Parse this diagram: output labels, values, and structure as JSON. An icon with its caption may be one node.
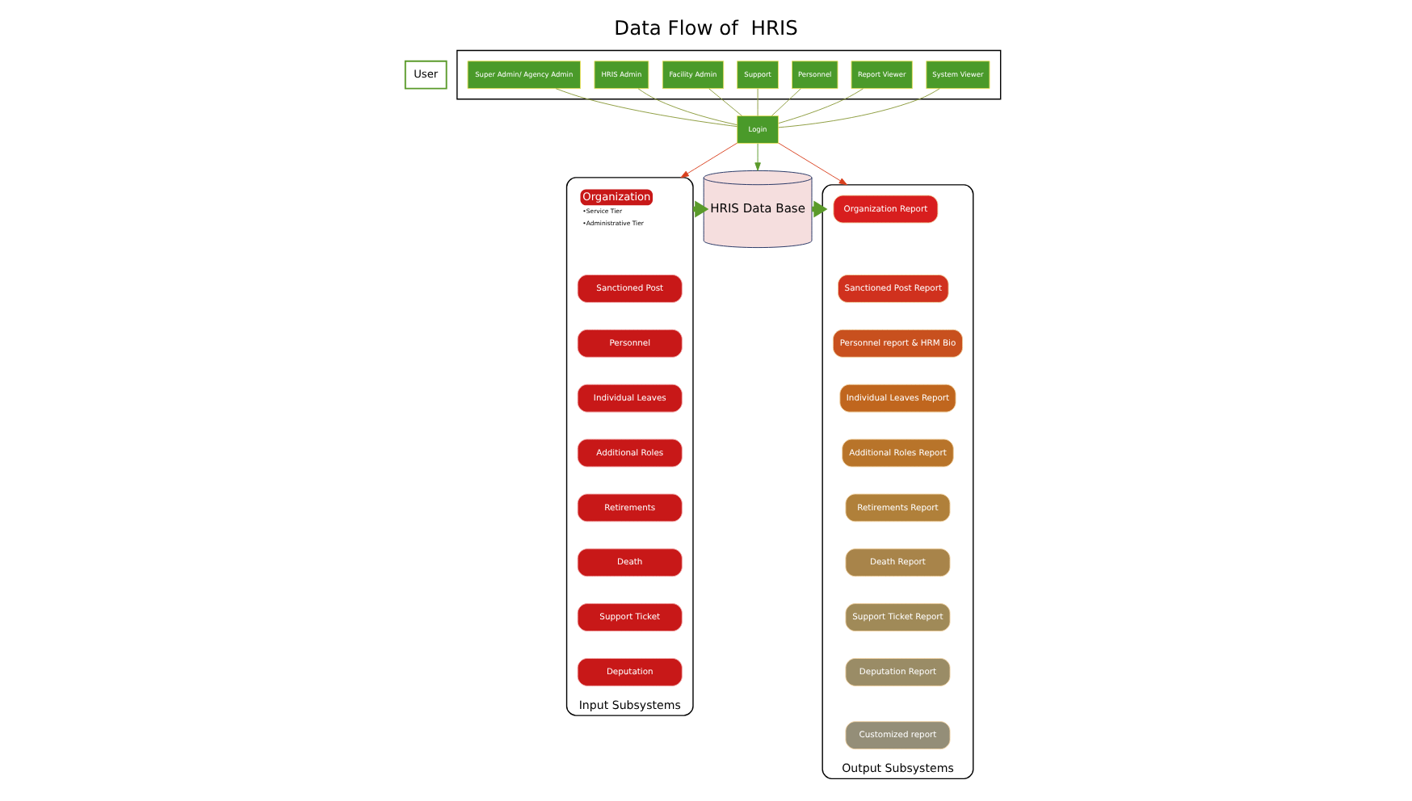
{
  "diagram": {
    "title": "Data Flow of  HRIS",
    "nodes": [
      {
        "text": [
          "User"
        ]
      },
      {
        "text": [],
        "shape": "box"
      },
      {
        "text": [
          "Super Admin/ Agency Admin"
        ],
        "in": 1
      },
      {
        "text": [
          "HRIS Admin"
        ],
        "in": 1
      },
      {
        "text": [
          "Facility Admin"
        ],
        "in": 1
      },
      {
        "text": [
          "Support"
        ],
        "in": 1
      },
      {
        "text": [
          "Personnel"
        ],
        "in": 1
      },
      {
        "text": [
          "Report Viewer"
        ],
        "in": 1
      },
      {
        "text": [
          "System Viewer"
        ],
        "in": 1
      },
      {
        "text": [
          "Login"
        ]
      },
      {
        "text": [
          "Input Subsystems"
        ]
      },
      {
        "text": [
          "Organization"
        ],
        "in": 10,
        "beside": [
          "•Service Tier",
          "•Administrative Tier"
        ]
      },
      {
        "text": [
          "Sanctioned Post"
        ],
        "in": 10
      },
      {
        "text": [
          "Personnel"
        ],
        "in": 10
      },
      {
        "text": [
          "Individual Leaves"
        ],
        "in": 10
      },
      {
        "text": [
          "Additional Roles"
        ],
        "in": 10
      },
      {
        "text": [
          "Retirements"
        ],
        "in": 10
      },
      {
        "text": [
          "Death"
        ],
        "in": 10
      },
      {
        "text": [
          "Support Ticket"
        ],
        "in": 10
      },
      {
        "text": [
          "Deputation"
        ],
        "in": 10
      },
      {
        "text": [
          "HRIS Data Base"
        ]
      },
      {
        "text": [
          "Output Subsystems"
        ]
      },
      {
        "text": [
          "Organization Report"
        ],
        "in": 21
      },
      {
        "text": [
          "Sanctioned Post Report"
        ],
        "in": 21
      },
      {
        "text": [
          "Personnel report & HRM Bio"
        ],
        "in": 21
      },
      {
        "text": [
          "Individual Leaves Report"
        ],
        "in": 21
      },
      {
        "text": [
          "Additional Roles Report"
        ],
        "in": 21
      },
      {
        "text": [
          "Retirements Report"
        ],
        "in": 21
      },
      {
        "text": [
          "Death Report"
        ],
        "in": 21
      },
      {
        "text": [
          "Support Ticket Report"
        ],
        "in": 21
      },
      {
        "text": [
          "Deputation Report"
        ],
        "in": 21
      },
      {
        "text": [
          "Customized report"
        ],
        "in": 21
      }
    ],
    "edges": [
      {
        "from": 2,
        "to": 9,
        "arrow": "none"
      },
      {
        "from": 3,
        "to": 9,
        "arrow": "none"
      },
      {
        "from": 4,
        "to": 9,
        "arrow": "none"
      },
      {
        "from": 5,
        "to": 9,
        "arrow": "none"
      },
      {
        "from": 6,
        "to": 9,
        "arrow": "none"
      },
      {
        "from": 7,
        "to": 9,
        "arrow": "none"
      },
      {
        "from": 8,
        "to": 9,
        "arrow": "none"
      },
      {
        "from": 9,
        "to": 10,
        "arrow": "to",
        "color": "#d9401e"
      },
      {
        "from": 9,
        "to": 21,
        "arrow": "to",
        "color": "#d9401e"
      },
      {
        "from": 9,
        "to": 20,
        "arrow": "to",
        "color": "#5a9a2a"
      },
      {
        "from": 10,
        "to": 20,
        "arrow": "to",
        "style": "thick",
        "color": "#5a9a2a"
      },
      {
        "from": 20,
        "to": 21,
        "arrow": "to",
        "style": "thick",
        "color": "#5a9a2a"
      }
    ]
  }
}
